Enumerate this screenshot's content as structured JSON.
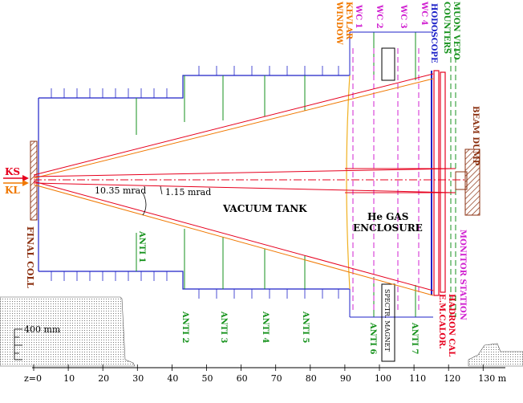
{
  "labels": {
    "ks": "KS",
    "kl": "KL",
    "angle1": "10.35 mrad",
    "angle2": "1.15 mrad",
    "vacuum_tank": "VACUUM TANK",
    "he_gas_1": "He GAS",
    "he_gas_2": "ENCLOSURE",
    "final_coll": "FINAL COLL",
    "kevlar_1": "KEVLAR",
    "kevlar_2": "WINDOW",
    "wc1": "WC 1",
    "wc2": "WC 2",
    "wc3": "WC 3",
    "wc4": "WC 4",
    "hodoscope": "HODOSCOPE",
    "muon_1": "MUON VETO",
    "muon_2": "COUNTERS",
    "beam_dump": "BEAM DUMP",
    "monitor": "MONITOR STATION",
    "hadron_cal": "HADRON CAL",
    "emcalor": "E.M.CALOR.",
    "magnet": "SPECTR. MAGNET",
    "scale": "400 mm",
    "anti1": "ANTI 1",
    "anti2": "ANTI 2",
    "anti3": "ANTI 3",
    "anti4": "ANTI 4",
    "anti5": "ANTI 5",
    "anti6": "ANTI 6",
    "anti7": "ANTI 7"
  },
  "axis": {
    "ticks": [
      "z=0",
      "10",
      "20",
      "30",
      "40",
      "50",
      "60",
      "70",
      "80",
      "90",
      "100",
      "110",
      "120",
      "130 m"
    ]
  },
  "colors": {
    "beam": "#e6001e",
    "kaon_orange": "#f07800",
    "tank": "#1e22c8",
    "anti": "#16921c",
    "wc": "#d020d0",
    "kevlar": "#f0b020",
    "brown": "#8b3010",
    "hatch": "#606060"
  }
}
